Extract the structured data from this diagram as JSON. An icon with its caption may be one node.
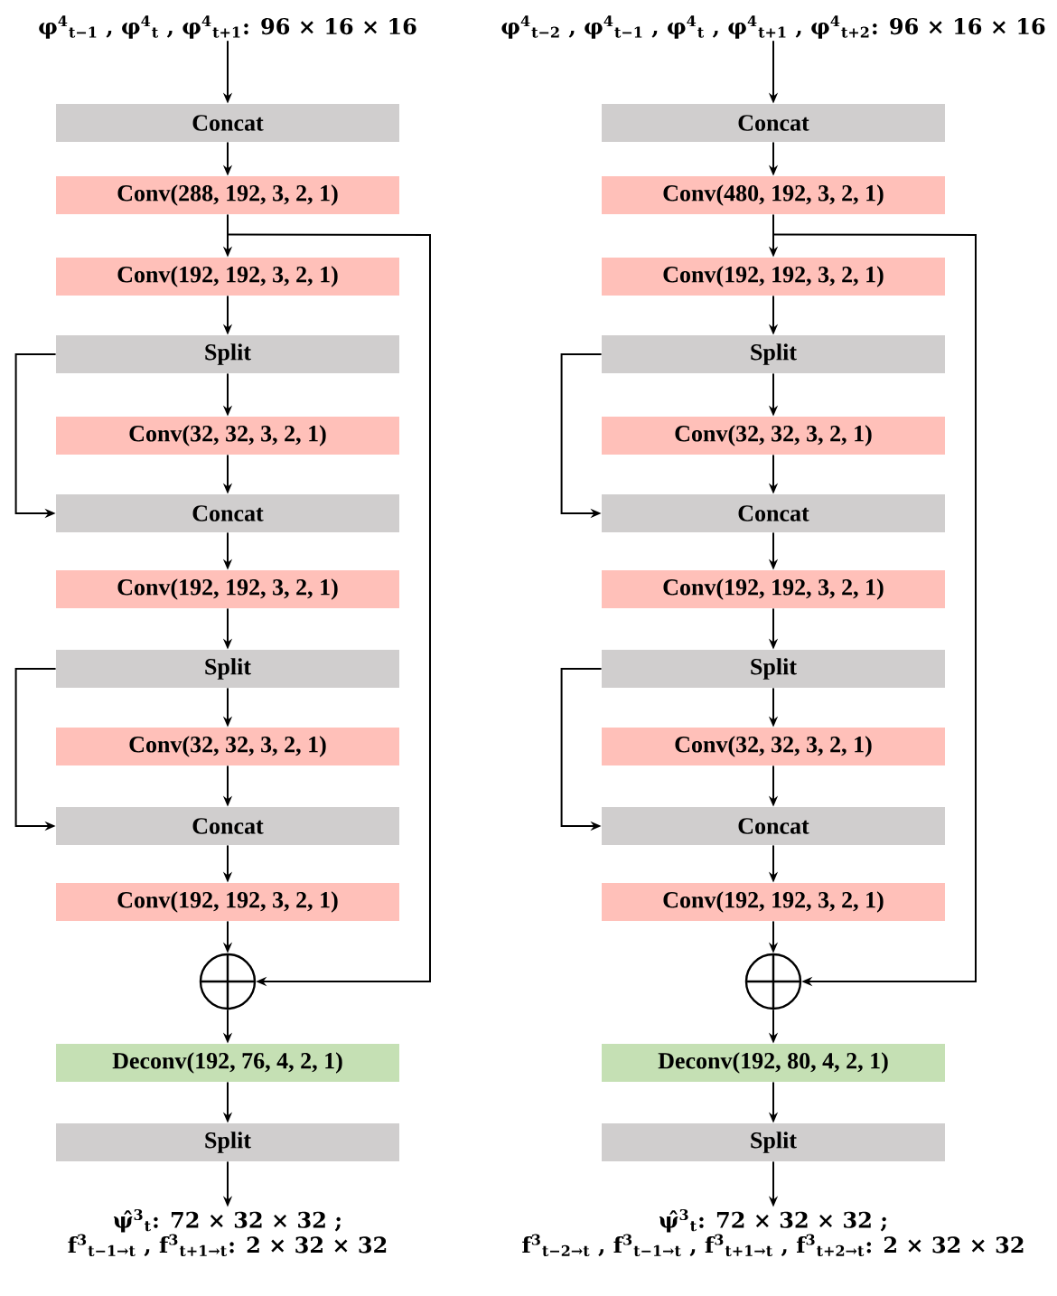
{
  "diagram": {
    "nodes": [
      {
        "text": [
          "φ$^{4}$$_{t−1}$ , φ$^{4}$$_{t}$ , φ$^{4}$$_{t+1}$: 96 × 16 × 16"
        ]
      },
      {
        "text": [
          "Concat"
        ]
      },
      {
        "text": [
          "Conv(288, 192, 3, 2, 1)"
        ]
      },
      {
        "text": [
          "Conv(192, 192, 3, 2, 1)"
        ]
      },
      {
        "text": [
          "Split"
        ]
      },
      {
        "text": [
          "Conv(32, 32, 3, 2, 1)"
        ]
      },
      {
        "text": [
          "Concat"
        ]
      },
      {
        "text": [
          "Conv(192, 192, 3, 2, 1)"
        ]
      },
      {
        "text": [
          "Split"
        ]
      },
      {
        "text": [
          "Conv(32, 32, 3, 2, 1)"
        ]
      },
      {
        "text": [
          "Concat"
        ]
      },
      {
        "text": [
          "Conv(192, 192, 3, 2, 1)"
        ]
      },
      {
        "text": [],
        "shape": "circle"
      },
      {
        "text": [
          "Deconv(192, 76, 4, 2, 1)"
        ]
      },
      {
        "text": [
          "Split"
        ]
      },
      {
        "text": [
          "ψ̂$^{3}$$_{t}$: 72 × 32 × 32 ;",
          "f$^{3}$$_{t−1→t}$ , f$^{3}$$_{t+1→t}$: 2 × 32 × 32"
        ]
      },
      {
        "text": [
          "φ$^{4}$$_{t−2}$ , φ$^{4}$$_{t−1}$ , φ$^{4}$$_{t}$ , φ$^{4}$$_{t+1}$ , φ$^{4}$$_{t+2}$: 96 × 16 × 16"
        ]
      },
      {
        "text": [
          "Concat"
        ]
      },
      {
        "text": [
          "Conv(480, 192, 3, 2, 1)"
        ]
      },
      {
        "text": [
          "Conv(192, 192, 3, 2, 1)"
        ]
      },
      {
        "text": [
          "Split"
        ]
      },
      {
        "text": [
          "Conv(32, 32, 3, 2, 1)"
        ]
      },
      {
        "text": [
          "Concat"
        ]
      },
      {
        "text": [
          "Conv(192, 192, 3, 2, 1)"
        ]
      },
      {
        "text": [
          "Split"
        ]
      },
      {
        "text": [
          "Conv(32, 32, 3, 2, 1)"
        ]
      },
      {
        "text": [
          "Concat"
        ]
      },
      {
        "text": [
          "Conv(192, 192, 3, 2, 1)"
        ]
      },
      {
        "text": [],
        "shape": "circle"
      },
      {
        "text": [
          "Deconv(192, 80, 4, 2, 1)"
        ]
      },
      {
        "text": [
          "Split"
        ]
      },
      {
        "text": [
          "ψ̂$^{3}$$_{t}$: 72 × 32 × 32 ;",
          "f$^{3}$$_{t−2→t}$ , f$^{3}$$_{t−1→t}$ , f$^{3}$$_{t+1→t}$ , f$^{3}$$_{t+2→t}$: 2 × 32 × 32"
        ]
      }
    ],
    "edges": [
      {
        "from": 0,
        "to": 1,
        "arrow": "to"
      },
      {
        "from": 1,
        "to": 2,
        "arrow": "to"
      },
      {
        "from": 2,
        "to": 3,
        "arrow": "to"
      },
      {
        "from": 3,
        "to": 4,
        "arrow": "to"
      },
      {
        "from": 4,
        "to": 5,
        "arrow": "to"
      },
      {
        "from": 5,
        "to": 6,
        "arrow": "to"
      },
      {
        "from": 6,
        "to": 7,
        "arrow": "to"
      },
      {
        "from": 7,
        "to": 8,
        "arrow": "to"
      },
      {
        "from": 8,
        "to": 9,
        "arrow": "to"
      },
      {
        "from": 9,
        "to": 10,
        "arrow": "to"
      },
      {
        "from": 10,
        "to": 11,
        "arrow": "to"
      },
      {
        "from": 11,
        "to": 12,
        "arrow": "to"
      },
      {
        "from": 12,
        "to": 13,
        "arrow": "to"
      },
      {
        "from": 13,
        "to": 14,
        "arrow": "to"
      },
      {
        "from": 14,
        "to": 15,
        "arrow": "to"
      },
      {
        "from": 4,
        "to": 6,
        "arrow": "to"
      },
      {
        "from": 8,
        "to": 10,
        "arrow": "to"
      },
      {
        "from": 2,
        "to": 12,
        "arrow": "to"
      },
      {
        "from": 16,
        "to": 17,
        "arrow": "to"
      },
      {
        "from": 17,
        "to": 18,
        "arrow": "to"
      },
      {
        "from": 18,
        "to": 19,
        "arrow": "to"
      },
      {
        "from": 19,
        "to": 20,
        "arrow": "to"
      },
      {
        "from": 20,
        "to": 21,
        "arrow": "to"
      },
      {
        "from": 21,
        "to": 22,
        "arrow": "to"
      },
      {
        "from": 22,
        "to": 23,
        "arrow": "to"
      },
      {
        "from": 23,
        "to": 24,
        "arrow": "to"
      },
      {
        "from": 24,
        "to": 25,
        "arrow": "to"
      },
      {
        "from": 25,
        "to": 26,
        "arrow": "to"
      },
      {
        "from": 26,
        "to": 27,
        "arrow": "to"
      },
      {
        "from": 27,
        "to": 28,
        "arrow": "to"
      },
      {
        "from": 28,
        "to": 29,
        "arrow": "to"
      },
      {
        "from": 29,
        "to": 30,
        "arrow": "to"
      },
      {
        "from": 30,
        "to": 31,
        "arrow": "to"
      },
      {
        "from": 20,
        "to": 22,
        "arrow": "to"
      },
      {
        "from": 24,
        "to": 26,
        "arrow": "to"
      },
      {
        "from": 18,
        "to": 28,
        "arrow": "to"
      }
    ]
  }
}
